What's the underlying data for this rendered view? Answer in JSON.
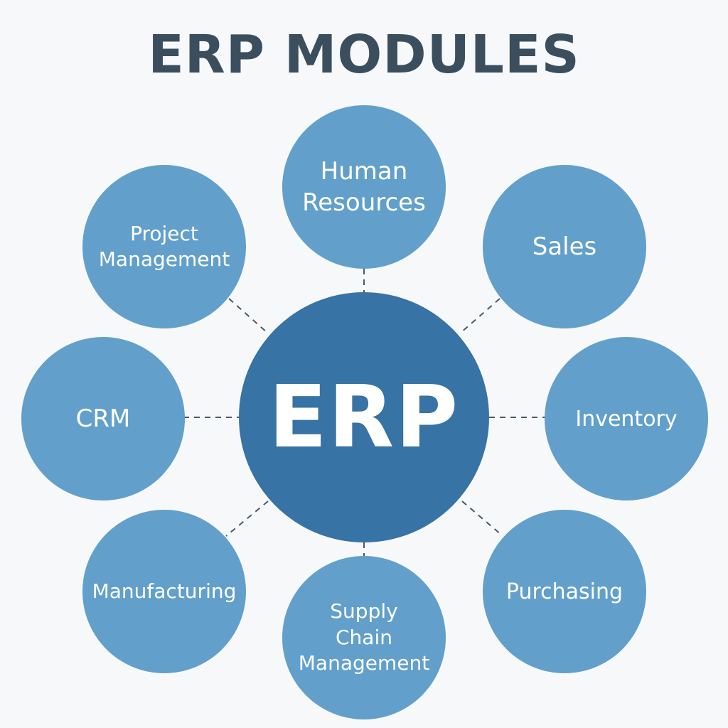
{
  "title": "ERP MODULES",
  "hub": {
    "label": "ERP"
  },
  "modules": [
    {
      "id": "human-resources",
      "label": "Human\nResources"
    },
    {
      "id": "sales",
      "label": "Sales"
    },
    {
      "id": "inventory",
      "label": "Inventory"
    },
    {
      "id": "purchasing",
      "label": "Purchasing"
    },
    {
      "id": "supply-chain-management",
      "label": "Supply\nChain\nManagement"
    },
    {
      "id": "manufacturing",
      "label": "Manufacturing"
    },
    {
      "id": "crm",
      "label": "CRM"
    },
    {
      "id": "project-management",
      "label": "Project\nManagement"
    }
  ],
  "colors": {
    "background": "#f7f8fa",
    "title": "#3b4e5e",
    "hub": "#3773a4",
    "module": "#62a0cb",
    "connector": "#4a5a68"
  }
}
